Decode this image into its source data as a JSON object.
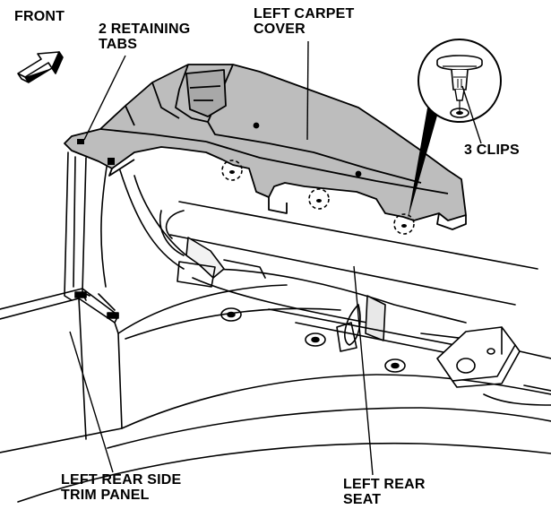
{
  "labels": {
    "front": "FRONT",
    "retaining_tabs": "2 RETAINING\nTABS",
    "carpet_cover": "LEFT CARPET\nCOVER",
    "clips": "3 CLIPS",
    "trim_panel": "LEFT REAR SIDE\nTRIM PANEL",
    "rear_seat": "LEFT REAR\nSEAT"
  },
  "colors": {
    "cover_fill": "#bdbdbd",
    "line": "#000000",
    "background": "#ffffff"
  },
  "icons": {
    "direction": "front-arrow-icon",
    "clip_detail": "clip-magnifier-icon"
  }
}
